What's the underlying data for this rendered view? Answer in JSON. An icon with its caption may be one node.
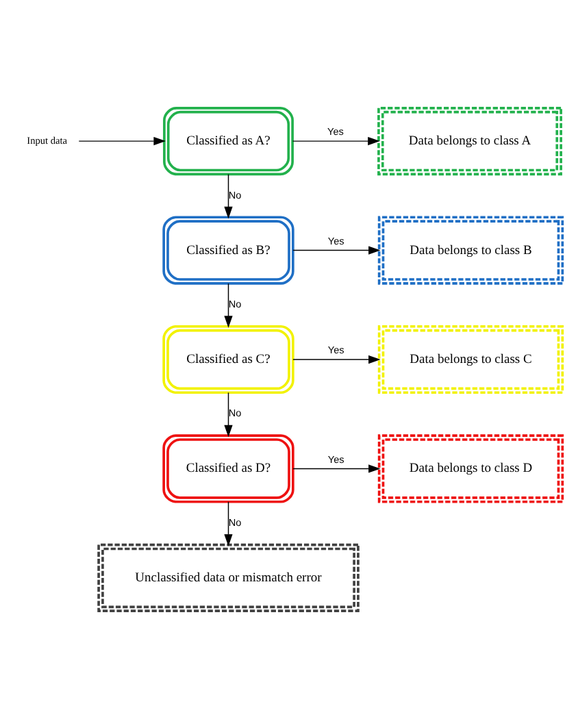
{
  "diagram": {
    "nodes": [
      {
        "text": [
          "Input data"
        ]
      },
      {
        "text": [
          "Classified as A?"
        ]
      },
      {
        "text": [
          "Data belongs to class A"
        ]
      },
      {
        "text": [
          "Classified as B?"
        ]
      },
      {
        "text": [
          "Data belongs to class B"
        ]
      },
      {
        "text": [
          "Classified as C?"
        ]
      },
      {
        "text": [
          "Data belongs to class C"
        ]
      },
      {
        "text": [
          "Classified as D?"
        ]
      },
      {
        "text": [
          "Data belongs to class D"
        ]
      },
      {
        "text": [
          "Unclassified data or mismatch error"
        ]
      }
    ],
    "edges": [
      {
        "from": 0,
        "to": 1,
        "arrow": "to"
      },
      {
        "from": 1,
        "to": 2,
        "arrow": "to",
        "label": "Yes"
      },
      {
        "from": 1,
        "to": 3,
        "arrow": "to",
        "label": "No"
      },
      {
        "from": 3,
        "to": 4,
        "arrow": "to",
        "label": "Yes"
      },
      {
        "from": 3,
        "to": 5,
        "arrow": "to",
        "label": "No"
      },
      {
        "from": 5,
        "to": 6,
        "arrow": "to",
        "label": "Yes"
      },
      {
        "from": 5,
        "to": 7,
        "arrow": "to",
        "label": "No"
      },
      {
        "from": 7,
        "to": 8,
        "arrow": "to",
        "label": "Yes"
      },
      {
        "from": 7,
        "to": 9,
        "arrow": "to",
        "label": "No"
      }
    ]
  }
}
